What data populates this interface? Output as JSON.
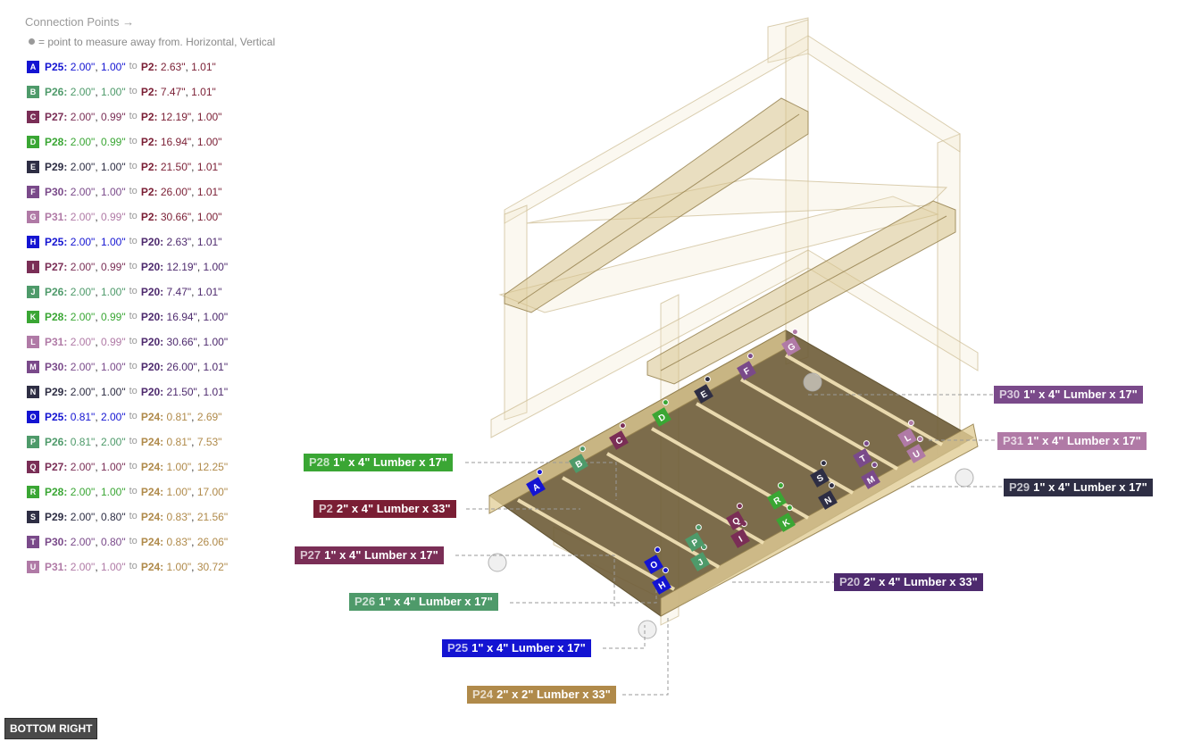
{
  "header": {
    "title": "Connection Points →",
    "note": "= point to measure away from. Horizontal, Vertical"
  },
  "colors": {
    "P25": "#1414d2",
    "P26": "#4e9a6a",
    "P27": "#7a2e56",
    "P28": "#3aa634",
    "P29": "#2e2e44",
    "P30": "#7a4a8a",
    "P31": "#b07aa6",
    "P2": "#7a1e34",
    "P20": "#4e2a6e",
    "P24": "#b08a4a"
  },
  "connections": [
    {
      "letter": "A",
      "from": "P25:",
      "fh": "2.00\"",
      "fv": "1.00\"",
      "to_word": "to",
      "part": "P2:",
      "th": "2.63\"",
      "tv": "1.01\""
    },
    {
      "letter": "B",
      "from": "P26:",
      "fh": "2.00\"",
      "fv": "1.00\"",
      "to_word": "to",
      "part": "P2:",
      "th": "7.47\"",
      "tv": "1.01\""
    },
    {
      "letter": "C",
      "from": "P27:",
      "fh": "2.00\"",
      "fv": "0.99\"",
      "to_word": "to",
      "part": "P2:",
      "th": "12.19\"",
      "tv": "1.00\""
    },
    {
      "letter": "D",
      "from": "P28:",
      "fh": "2.00\"",
      "fv": "0.99\"",
      "to_word": "to",
      "part": "P2:",
      "th": "16.94\"",
      "tv": "1.00\""
    },
    {
      "letter": "E",
      "from": "P29:",
      "fh": "2.00\"",
      "fv": "1.00\"",
      "to_word": "to",
      "part": "P2:",
      "th": "21.50\"",
      "tv": "1.01\""
    },
    {
      "letter": "F",
      "from": "P30:",
      "fh": "2.00\"",
      "fv": "1.00\"",
      "to_word": "to",
      "part": "P2:",
      "th": "26.00\"",
      "tv": "1.01\""
    },
    {
      "letter": "G",
      "from": "P31:",
      "fh": "2.00\"",
      "fv": "0.99\"",
      "to_word": "to",
      "part": "P2:",
      "th": "30.66\"",
      "tv": "1.00\""
    },
    {
      "letter": "H",
      "from": "P25:",
      "fh": "2.00\"",
      "fv": "1.00\"",
      "to_word": "to",
      "part": "P20:",
      "th": "2.63\"",
      "tv": "1.01\""
    },
    {
      "letter": "I",
      "from": "P27:",
      "fh": "2.00\"",
      "fv": "0.99\"",
      "to_word": "to",
      "part": "P20:",
      "th": "12.19\"",
      "tv": "1.00\""
    },
    {
      "letter": "J",
      "from": "P26:",
      "fh": "2.00\"",
      "fv": "1.00\"",
      "to_word": "to",
      "part": "P20:",
      "th": "7.47\"",
      "tv": "1.01\""
    },
    {
      "letter": "K",
      "from": "P28:",
      "fh": "2.00\"",
      "fv": "0.99\"",
      "to_word": "to",
      "part": "P20:",
      "th": "16.94\"",
      "tv": "1.00\""
    },
    {
      "letter": "L",
      "from": "P31:",
      "fh": "2.00\"",
      "fv": "0.99\"",
      "to_word": "to",
      "part": "P20:",
      "th": "30.66\"",
      "tv": "1.00\""
    },
    {
      "letter": "M",
      "from": "P30:",
      "fh": "2.00\"",
      "fv": "1.00\"",
      "to_word": "to",
      "part": "P20:",
      "th": "26.00\"",
      "tv": "1.01\""
    },
    {
      "letter": "N",
      "from": "P29:",
      "fh": "2.00\"",
      "fv": "1.00\"",
      "to_word": "to",
      "part": "P20:",
      "th": "21.50\"",
      "tv": "1.01\""
    },
    {
      "letter": "O",
      "from": "P25:",
      "fh": "0.81\"",
      "fv": "2.00\"",
      "to_word": "to",
      "part": "P24:",
      "th": "0.81\"",
      "tv": "2.69\""
    },
    {
      "letter": "P",
      "from": "P26:",
      "fh": "0.81\"",
      "fv": "2.00\"",
      "to_word": "to",
      "part": "P24:",
      "th": "0.81\"",
      "tv": "7.53\""
    },
    {
      "letter": "Q",
      "from": "P27:",
      "fh": "2.00\"",
      "fv": "1.00\"",
      "to_word": "to",
      "part": "P24:",
      "th": "1.00\"",
      "tv": "12.25\""
    },
    {
      "letter": "R",
      "from": "P28:",
      "fh": "2.00\"",
      "fv": "1.00\"",
      "to_word": "to",
      "part": "P24:",
      "th": "1.00\"",
      "tv": "17.00\""
    },
    {
      "letter": "S",
      "from": "P29:",
      "fh": "2.00\"",
      "fv": "0.80\"",
      "to_word": "to",
      "part": "P24:",
      "th": "0.83\"",
      "tv": "21.56\""
    },
    {
      "letter": "T",
      "from": "P30:",
      "fh": "2.00\"",
      "fv": "0.80\"",
      "to_word": "to",
      "part": "P24:",
      "th": "0.83\"",
      "tv": "26.06\""
    },
    {
      "letter": "U",
      "from": "P31:",
      "fh": "2.00\"",
      "fv": "1.00\"",
      "to_word": "to",
      "part": "P24:",
      "th": "1.00\"",
      "tv": "30.72\""
    }
  ],
  "part_labels": {
    "p30": {
      "id": "P30",
      "desc": "1\" x 4\" Lumber  x 17\""
    },
    "p31": {
      "id": "P31",
      "desc": "1\" x 4\" Lumber  x 17\""
    },
    "p29": {
      "id": "P29",
      "desc": "1\" x 4\" Lumber  x 17\""
    },
    "p28": {
      "id": "P28",
      "desc": "1\" x 4\" Lumber  x 17\""
    },
    "p2": {
      "id": "P2",
      "desc": "2\" x 4\" Lumber  x 33\""
    },
    "p27": {
      "id": "P27",
      "desc": "1\" x 4\" Lumber  x 17\""
    },
    "p20": {
      "id": "P20",
      "desc": "2\" x 4\" Lumber  x 33\""
    },
    "p26": {
      "id": "P26",
      "desc": "1\" x 4\" Lumber  x 17\""
    },
    "p25": {
      "id": "P25",
      "desc": "1\" x 4\" Lumber  x 17\""
    },
    "p24": {
      "id": "P24",
      "desc": "2\" x 2\" Lumber x 33\""
    }
  },
  "markers": [
    "A",
    "B",
    "C",
    "D",
    "E",
    "F",
    "G",
    "H",
    "I",
    "J",
    "K",
    "L",
    "M",
    "N",
    "O",
    "P",
    "Q",
    "R",
    "S",
    "T",
    "U"
  ],
  "view_badge": "BOTTOM RIGHT"
}
